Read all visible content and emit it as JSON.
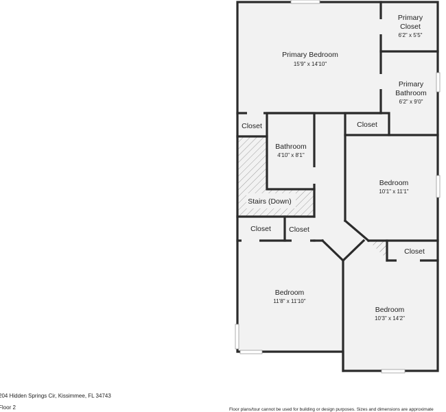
{
  "rooms": {
    "primary_bedroom": {
      "name": "Primary Bedroom",
      "dims": "15'9\" x 14'10\""
    },
    "primary_closet": {
      "name_line1": "Primary",
      "name_line2": "Closet",
      "dims": "6'2\" x 5'5\""
    },
    "primary_bathroom": {
      "name_line1": "Primary",
      "name_line2": "Bathroom",
      "dims": "6'2\" x 9'0\""
    },
    "closet_left": {
      "name": "Closet"
    },
    "bathroom": {
      "name": "Bathroom",
      "dims": "4'10\" x 8'1\""
    },
    "closet_center": {
      "name": "Closet"
    },
    "bedroom_east": {
      "name": "Bedroom",
      "dims": "10'1\" x 11'1\""
    },
    "stairs": {
      "name": "Stairs (Down)"
    },
    "closet_lower_left": {
      "name": "Closet"
    },
    "closet_lower_mid": {
      "name": "Closet"
    },
    "closet_lower_right": {
      "name": "Closet"
    },
    "bedroom_sw": {
      "name": "Bedroom",
      "dims": "11'8\" x 11'10\""
    },
    "bedroom_se": {
      "name": "Bedroom",
      "dims": "10'3\" x 14'2\""
    }
  },
  "footer": {
    "address": "204 Hidden Springs Cir, Kissimmee, FL 34743",
    "floor": "Floor 2",
    "disclaimer": "Floor plans/tour cannot be used for building or design purposes. Sizes and dimensions are approximate"
  },
  "colors": {
    "wall": "#2b2b2b",
    "floor": "#f2f2f2",
    "window": "#cfcfcf",
    "hatch": "#8a8a8a"
  }
}
